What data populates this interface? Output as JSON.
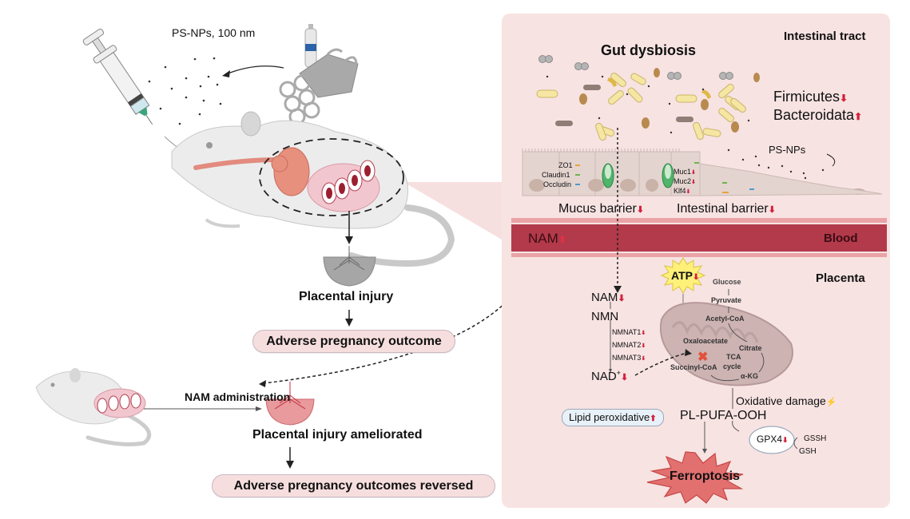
{
  "left": {
    "dose_label": "PS-NPs, 100 nm",
    "placental_injury": "Placental injury",
    "adverse_outcome": "Adverse pregnancy outcome",
    "nam_administration": "NAM administration",
    "placental_injury_ameliorated": "Placental injury ameliorated",
    "adverse_outcomes_reversed": "Adverse pregnancy outcomes reversed"
  },
  "right": {
    "intestinal_tract": "Intestinal tract",
    "gut_dysbiosis": "Gut dysbiosis",
    "firmicutes": "Firmicutes",
    "bacteroidata": "Bacteroidata",
    "ps_nps": "PS-NPs",
    "tight_junctions": [
      "ZO1",
      "Claudin1",
      "Occludin"
    ],
    "mucus_genes": [
      "Muc1",
      "Muc2",
      "Klf4"
    ],
    "mucus_barrier": "Mucus barrier",
    "intestinal_barrier": "Intestinal barrier",
    "blood": "Blood",
    "nam_blood": "NAM",
    "placenta": "Placenta",
    "nam": "NAM",
    "nmn": "NMN",
    "nmnat": [
      "NMNAT1",
      "NMNAT2",
      "NMNAT3"
    ],
    "nad": "NAD",
    "nad_sup": "+",
    "atp": "ATP",
    "tca": {
      "glucose": "Glucose",
      "pyruvate": "Pyruvate",
      "acetyl_coa": "Acetyl-CoA",
      "oxaloacetate": "Oxaloacetate",
      "citrate": "Citrate",
      "tca_cycle_1": "TCA",
      "tca_cycle_2": "cycle",
      "succinyl_coa": "Succinyl-CoA",
      "akg": "α-KG"
    },
    "oxidative_damage": "Oxidative damage",
    "lipid_peroxidative": "Lipid peroxidative",
    "pl_pufa_ooh": "PL-PUFA-OOH",
    "gpx4": "GPX4",
    "gssh": "GSSH",
    "gsh": "GSH",
    "ferroptosis": "Ferroptosis"
  },
  "symbols": {
    "down": "⬇",
    "up": "⬆",
    "bolt": "⚡",
    "cross": "✖"
  },
  "colors": {
    "panel_bg": "#f7e3e2",
    "blood_dark": "#b23a4a",
    "blood_light": "#e9a3a6",
    "accent_red": "#d4203c",
    "pill_bg": "#f7dede",
    "lipid_pill_bg": "#e8f1f8",
    "ferroptosis_fill": "#e2706f"
  }
}
